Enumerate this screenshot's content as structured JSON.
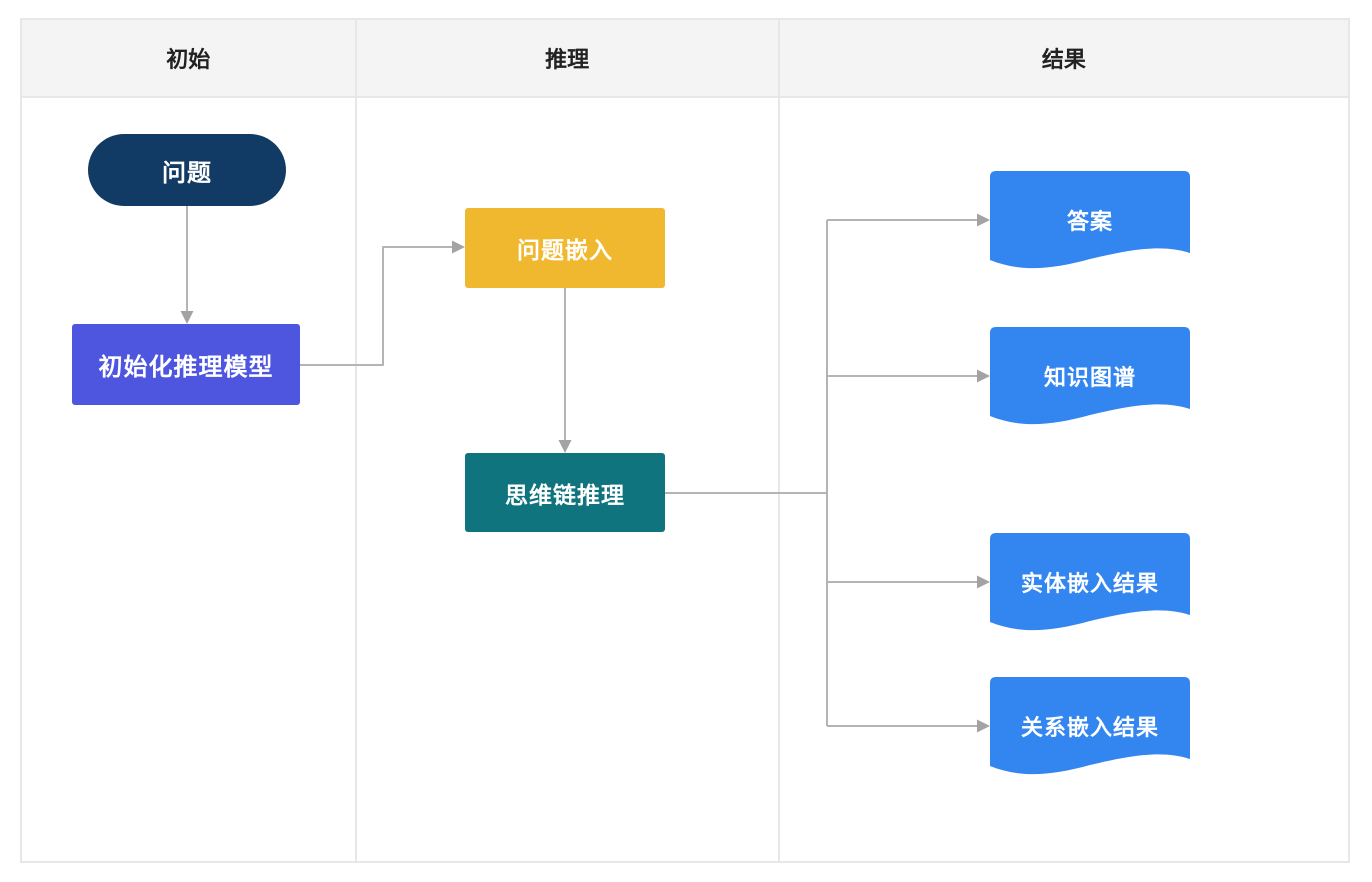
{
  "lanes": [
    {
      "id": "initial",
      "label": "初始"
    },
    {
      "id": "reasoning",
      "label": "推理"
    },
    {
      "id": "result",
      "label": "结果"
    }
  ],
  "nodes": {
    "question": {
      "label": "问题",
      "shape": "terminator",
      "color": "#113a64",
      "lane": "初始"
    },
    "init_model": {
      "label": "初始化推理模型",
      "shape": "rectangle",
      "color": "#4e56e0",
      "lane": "初始"
    },
    "question_embed": {
      "label": "问题嵌入",
      "shape": "rectangle",
      "color": "#f0b82f",
      "lane": "推理"
    },
    "cot": {
      "label": "思维链推理",
      "shape": "rectangle",
      "color": "#10747f",
      "lane": "推理"
    },
    "answer": {
      "label": "答案",
      "shape": "document",
      "color": "#3386f0",
      "lane": "结果"
    },
    "knowledge_graph": {
      "label": "知识图谱",
      "shape": "document",
      "color": "#3386f0",
      "lane": "结果"
    },
    "entity_embed": {
      "label": "实体嵌入结果",
      "shape": "document",
      "color": "#3386f0",
      "lane": "结果"
    },
    "relation_embed": {
      "label": "关系嵌入结果",
      "shape": "document",
      "color": "#3386f0",
      "lane": "结果"
    }
  },
  "edges": [
    {
      "from": "问题",
      "to": "初始化推理模型"
    },
    {
      "from": "初始化推理模型",
      "to": "问题嵌入"
    },
    {
      "from": "问题嵌入",
      "to": "思维链推理"
    },
    {
      "from": "思维链推理",
      "to": "答案"
    },
    {
      "from": "思维链推理",
      "to": "知识图谱"
    },
    {
      "from": "思维链推理",
      "to": "实体嵌入结果"
    },
    {
      "from": "思维链推理",
      "to": "关系嵌入结果"
    }
  ],
  "colors": {
    "connector": "#b4b4b4",
    "arrowhead": "#a3a3a3",
    "header_bg": "#f4f4f4",
    "grid_border": "#e7e7e7",
    "node_text": "#ffffff",
    "header_text": "#222222",
    "canvas_bg": "#ffffff"
  }
}
